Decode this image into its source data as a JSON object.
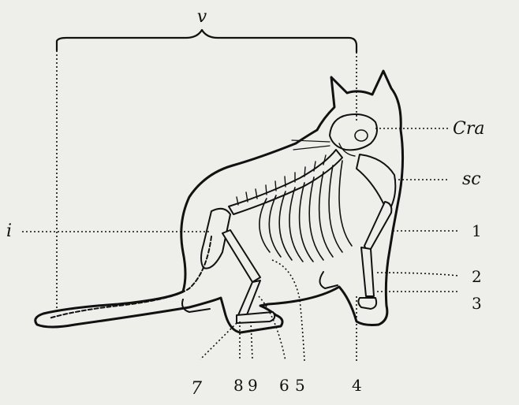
{
  "figure": {
    "labels": {
      "v": "v",
      "cra": "Cra",
      "sc": "sc",
      "i": "i",
      "n1": "1",
      "n2": "2",
      "n3": "3",
      "n4": "4",
      "n5": "5",
      "n6": "6",
      "n7": "7",
      "n8": "8",
      "n9": "9"
    }
  }
}
